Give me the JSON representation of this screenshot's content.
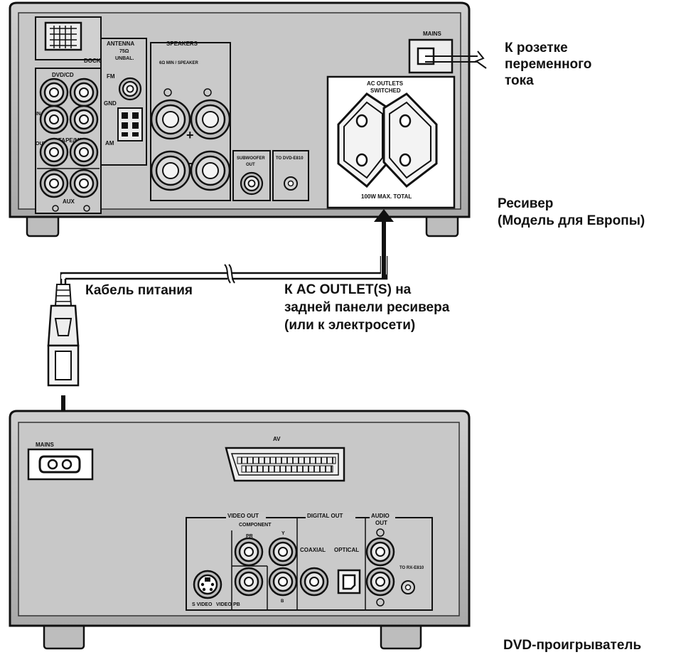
{
  "receiver": {
    "dock": "DOCK",
    "antenna": "ANTENNA",
    "antenna_ohm": "75Ω",
    "antenna_unbal": "UNBAL.",
    "fm": "FM",
    "gnd": "GND",
    "am": "AM",
    "speakers": "SPEAKERS",
    "speakers_ohm": "6Ω MIN / SPEAKER",
    "dvdcd": "DVD/CD",
    "in": "IN",
    "out": "OUT",
    "tapemd": "TAPE/MD",
    "aux": "AUX",
    "subwoofer": "SUBWOOFER",
    "subwoofer_out": "OUT",
    "to_dvd": "TO DVD-E810",
    "mains": "MAINS",
    "ac_outlets": "AC OUTLETS",
    "switched": "SWITCHED",
    "max_total": "100W MAX. TOTAL",
    "plus": "+",
    "minus": "−"
  },
  "dvd": {
    "mains": "MAINS",
    "av": "AV",
    "video_out": "VIDEO OUT",
    "component": "COMPONENT",
    "pr": "PR",
    "y": "Y",
    "pb": "PB",
    "b": "B",
    "s_video": "S VIDEO",
    "video": "VIDEO",
    "digital_out": "DIGITAL OUT",
    "coaxial": "COAXIAL",
    "optical": "OPTICAL",
    "audio_out": "AUDIO",
    "audio_out2": "OUT",
    "to_rx": "TO RX-E810"
  },
  "captions": {
    "to_outlet_1": "К розетке",
    "to_outlet_2": "переменного",
    "to_outlet_3": "тока",
    "receiver_1": "Ресивер",
    "receiver_2": "(Модель для Европы)",
    "power_cable": "Кабель питания",
    "to_ac_1": "К AC OUTLET(S) на",
    "to_ac_2": "задней панели ресивера",
    "to_ac_3": "(или к электросети)",
    "dvd_player": "DVD-проигрыватель"
  }
}
